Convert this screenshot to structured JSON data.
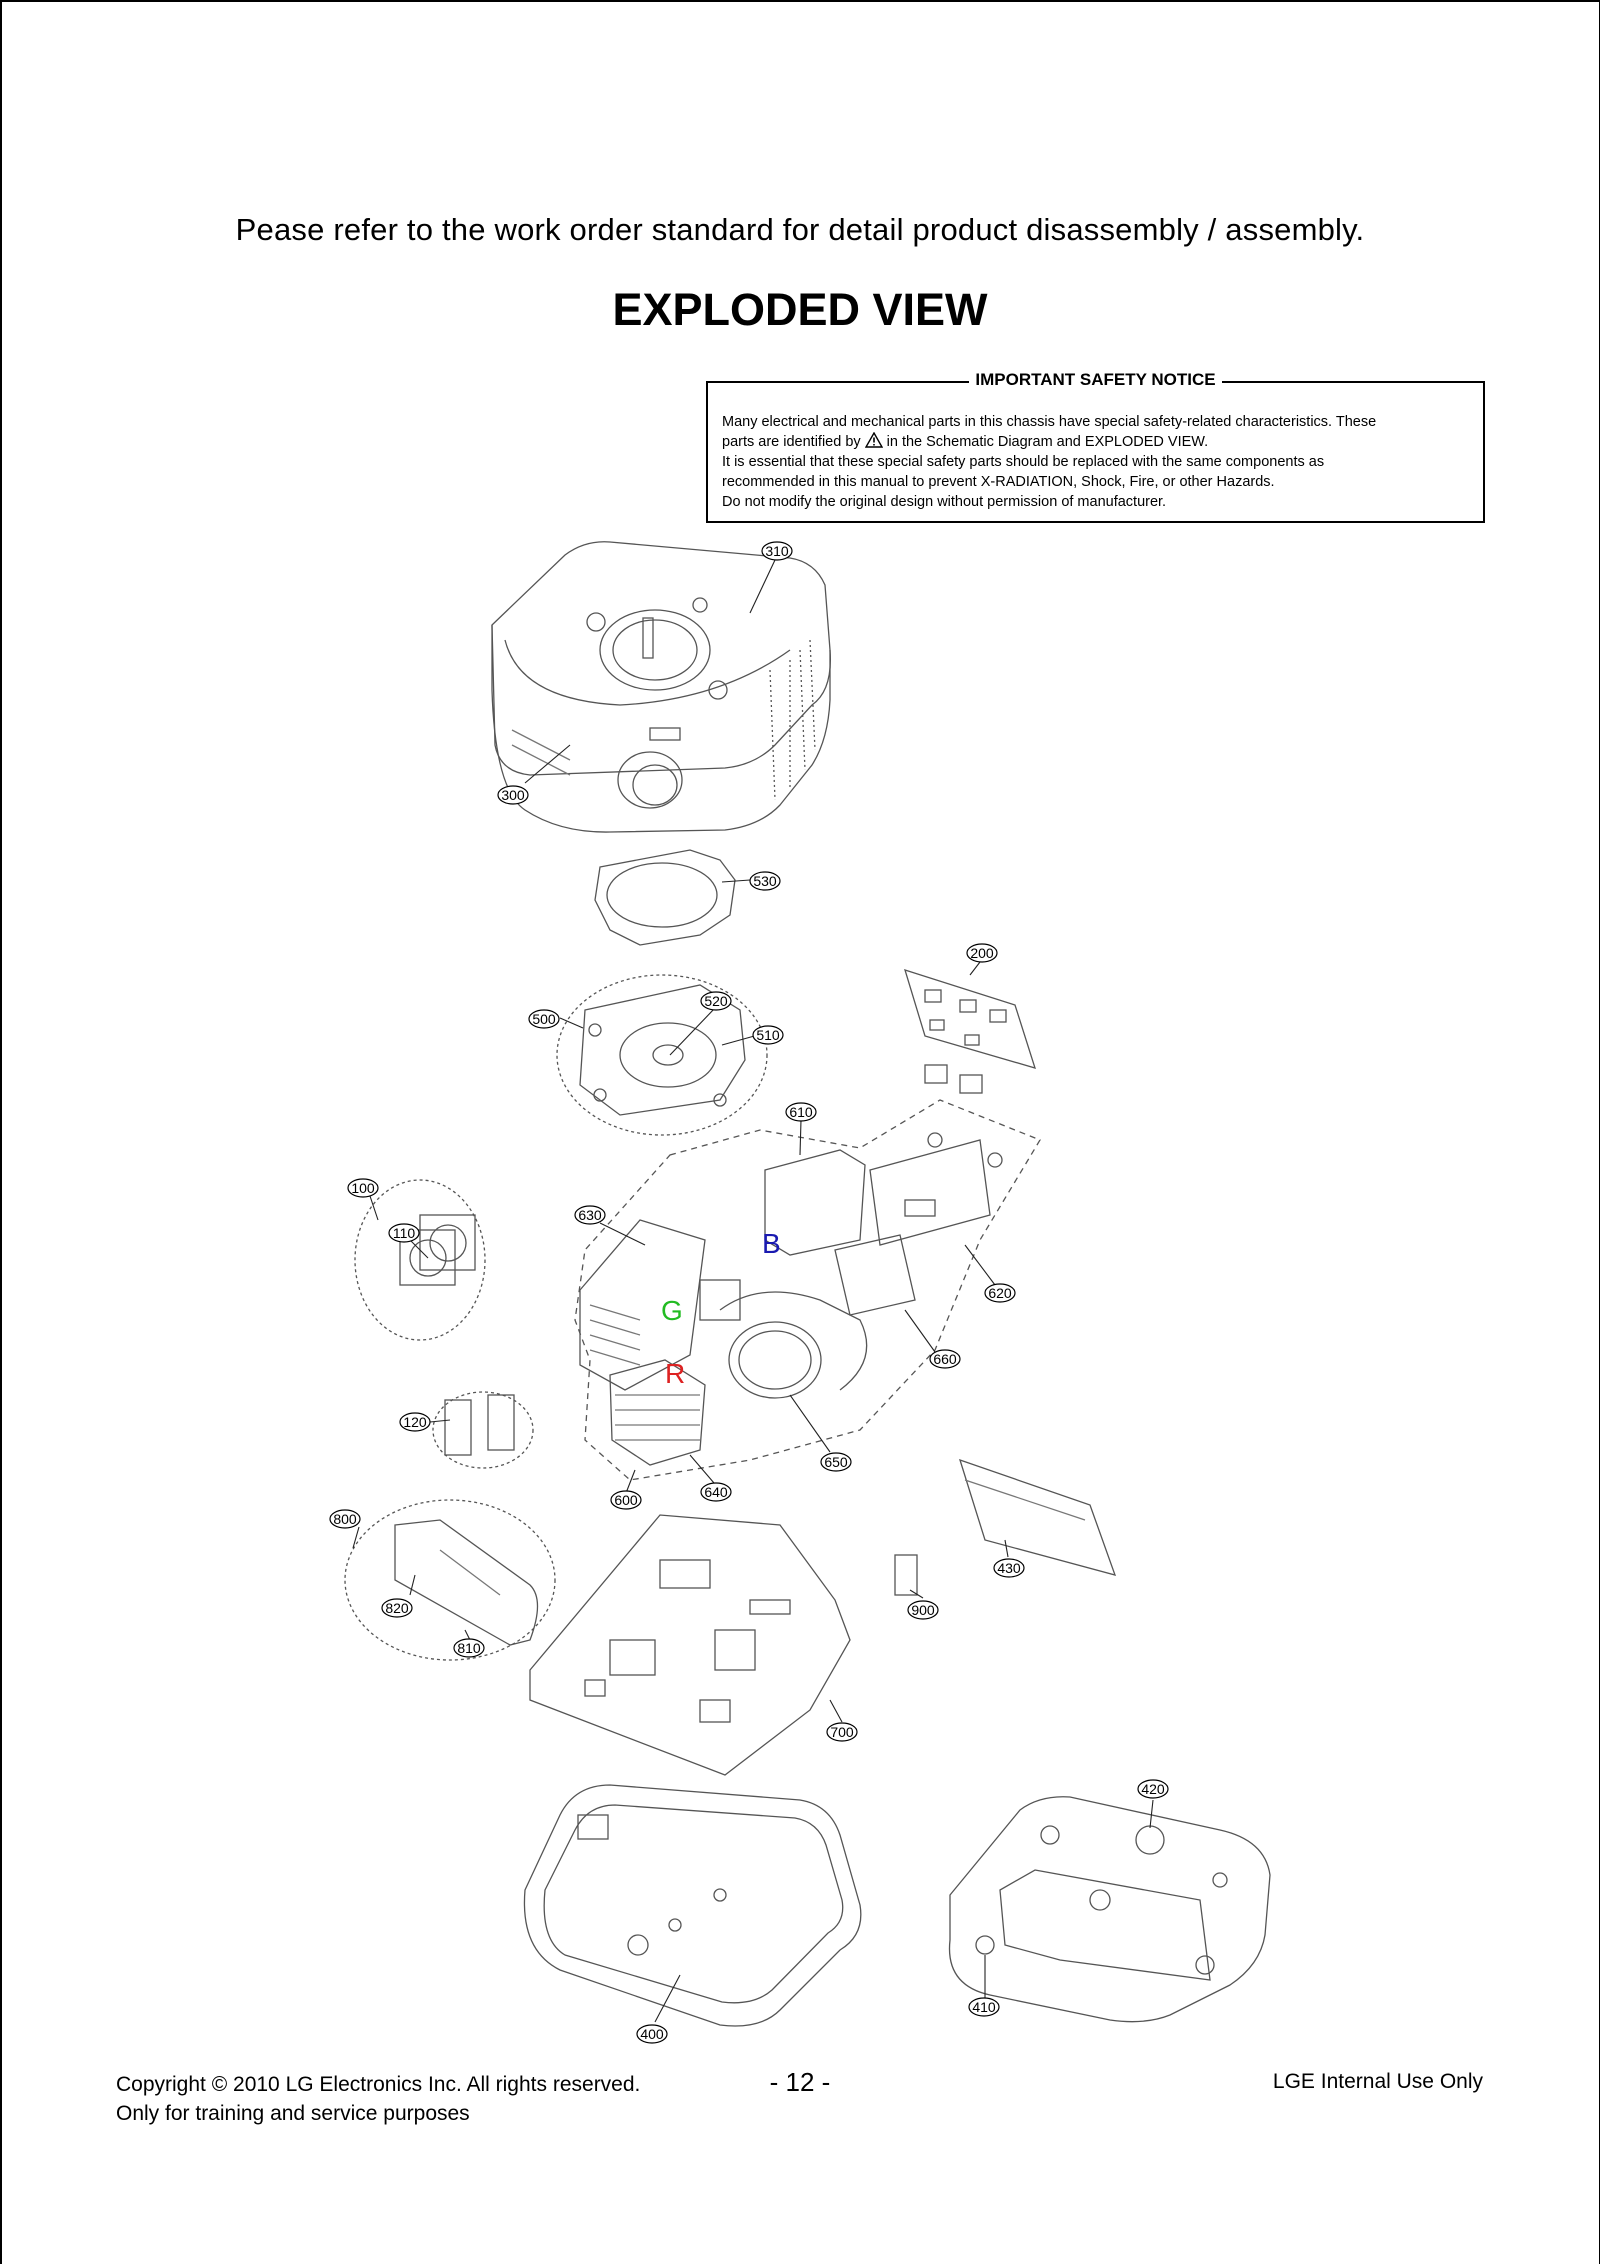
{
  "header": {
    "intro": "Pease refer to the work order standard for detail product disassembly / assembly.",
    "title": "EXPLODED VIEW"
  },
  "notice": {
    "title": "IMPORTANT SAFETY NOTICE",
    "line1": "Many electrical and mechanical parts in this chassis have special safety-related characteristics. These",
    "line2_before": "parts are identified by",
    "line2_after": "in the Schematic Diagram and EXPLODED VIEW.",
    "line3": "It is essential that these special safety parts should be replaced with the same components as",
    "line4": "recommended in this manual to prevent X-RADIATION, Shock, Fire, or other Hazards.",
    "line5": "Do not modify the original design without permission of manufacturer.",
    "icon": "warning-triangle-icon"
  },
  "diagram": {
    "callouts": [
      "310",
      "300",
      "530",
      "200",
      "520",
      "500",
      "510",
      "610",
      "100",
      "630",
      "110",
      "620",
      "660",
      "120",
      "650",
      "640",
      "600",
      "800",
      "430",
      "820",
      "900",
      "810",
      "700",
      "420",
      "410",
      "400"
    ],
    "labels": {
      "b": "B",
      "g": "G",
      "r": "R"
    },
    "colors": {
      "b": "#1a1ab0",
      "g": "#22bb22",
      "r": "#dd2222"
    }
  },
  "footer": {
    "copyright_line1": "Copyright © 2010 LG Electronics Inc. All rights reserved.",
    "copyright_line2": "Only for training and service purposes",
    "page_number": "- 12 -",
    "internal": "LGE Internal Use Only"
  }
}
